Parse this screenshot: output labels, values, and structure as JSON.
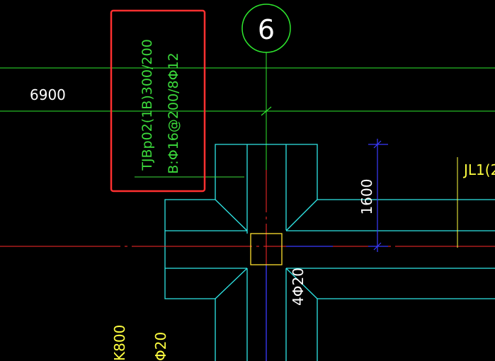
{
  "drawing": {
    "axis_bubble": "6",
    "dimension_left": "6900",
    "dimension_vertical": "1600",
    "beam_label": "JL1(2",
    "callout_line1": "TJBp02(1B)300/200",
    "callout_line2": "B:Φ16@200/8Φ12",
    "rebar_label": "4Φ20",
    "partial_label_1": "K800",
    "partial_label_2": "Φ20"
  },
  "colors": {
    "background": "#000000",
    "axis_line": "#ff2a2a",
    "grid_line": "#2ee82e",
    "outline": "#2fe6e6",
    "highlight_box": "#ff3030",
    "column": "#ffe02e",
    "dimension": "#3b3bff",
    "text_white": "#ffffff",
    "text_green": "#3cdc3c",
    "text_yellow": "#ffff40"
  }
}
